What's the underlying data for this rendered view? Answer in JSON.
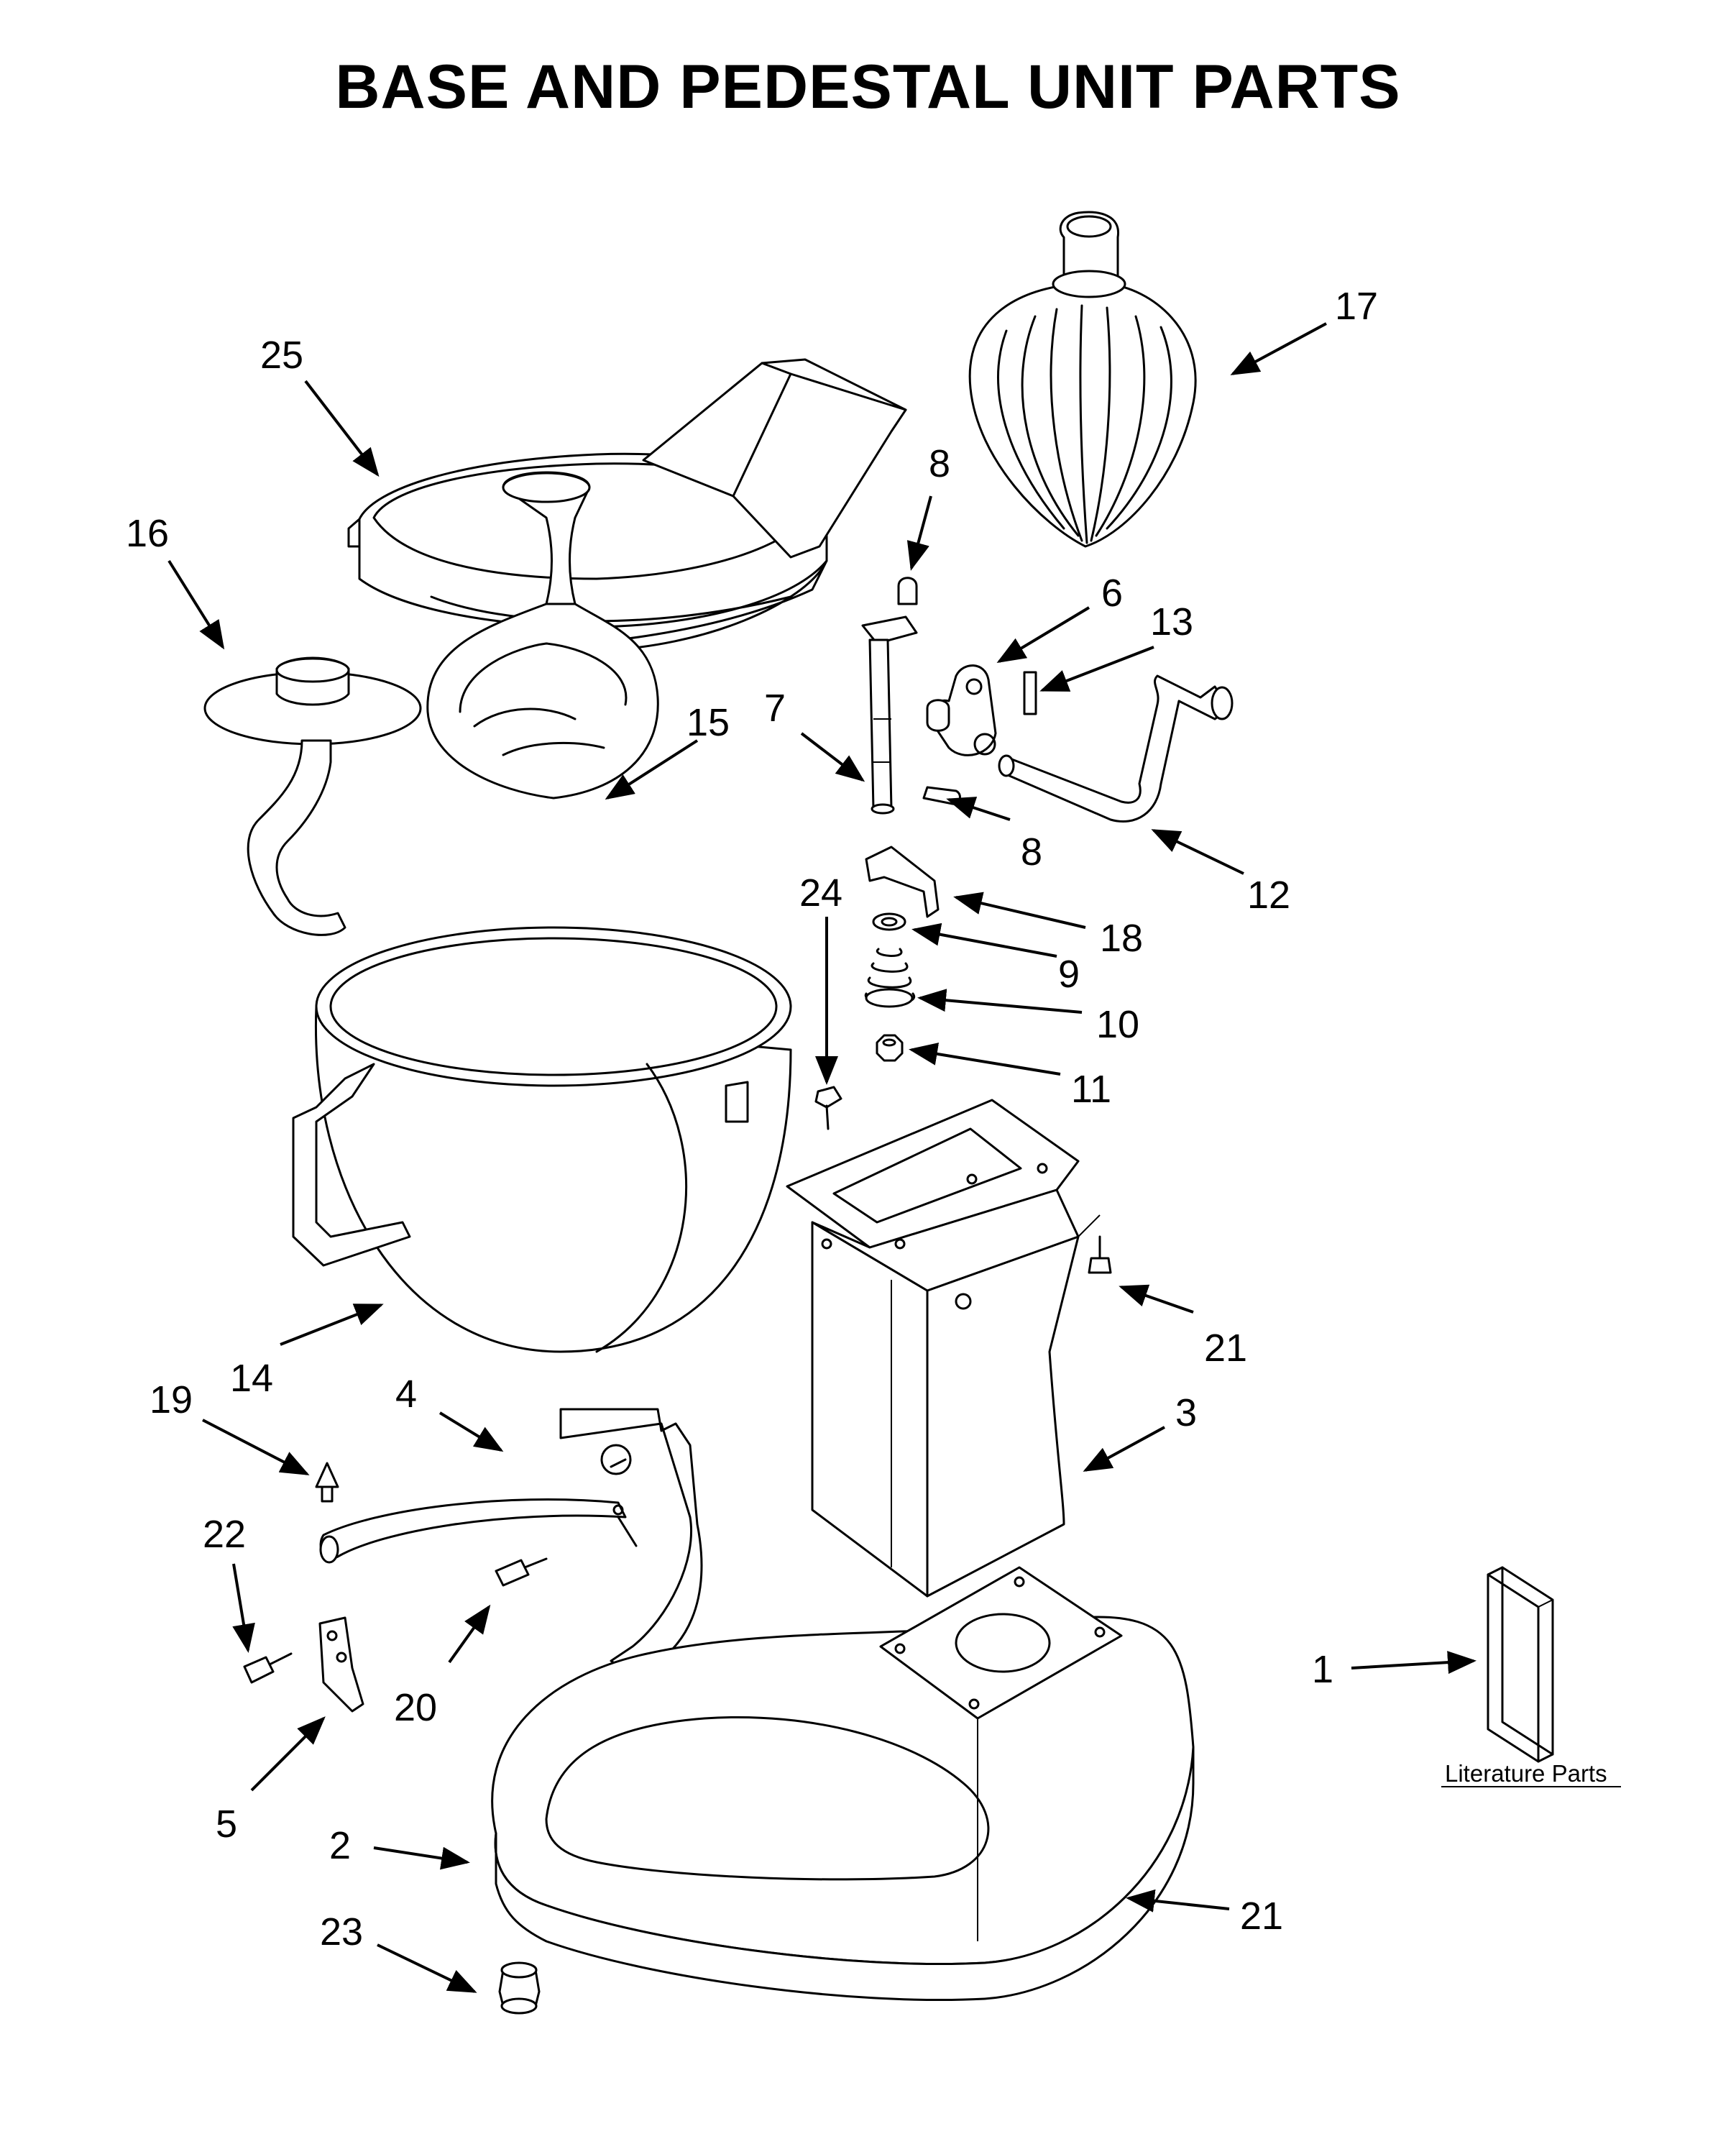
{
  "title": "BASE AND PEDESTAL UNIT PARTS",
  "callouts": [
    {
      "id": "c1",
      "label": "1"
    },
    {
      "id": "c2",
      "label": "2"
    },
    {
      "id": "c3",
      "label": "3"
    },
    {
      "id": "c4",
      "label": "4"
    },
    {
      "id": "c5",
      "label": "5"
    },
    {
      "id": "c6",
      "label": "6"
    },
    {
      "id": "c7",
      "label": "7"
    },
    {
      "id": "c8a",
      "label": "8"
    },
    {
      "id": "c8b",
      "label": "8"
    },
    {
      "id": "c9",
      "label": "9"
    },
    {
      "id": "c10",
      "label": "10"
    },
    {
      "id": "c11",
      "label": "11"
    },
    {
      "id": "c12",
      "label": "12"
    },
    {
      "id": "c13",
      "label": "13"
    },
    {
      "id": "c14",
      "label": "14"
    },
    {
      "id": "c15",
      "label": "15"
    },
    {
      "id": "c16",
      "label": "16"
    },
    {
      "id": "c17",
      "label": "17"
    },
    {
      "id": "c18",
      "label": "18"
    },
    {
      "id": "c19",
      "label": "19"
    },
    {
      "id": "c20",
      "label": "20"
    },
    {
      "id": "c21a",
      "label": "21"
    },
    {
      "id": "c21b",
      "label": "21"
    },
    {
      "id": "c22",
      "label": "22"
    },
    {
      "id": "c23",
      "label": "23"
    },
    {
      "id": "c24",
      "label": "24"
    },
    {
      "id": "c25",
      "label": "25"
    }
  ],
  "literature_label": "Literature Parts"
}
